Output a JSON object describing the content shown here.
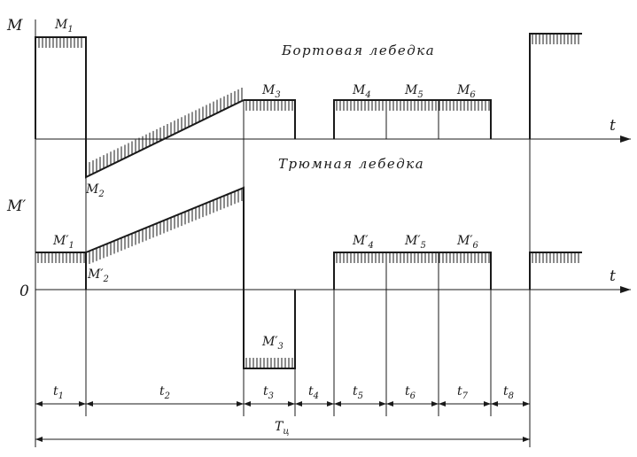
{
  "upper": {
    "title": "Бортовая лебедка",
    "axis_y": "M",
    "axis_t": "t",
    "labels": {
      "m1": {
        "base": "M",
        "sub": "1"
      },
      "m2": {
        "base": "M",
        "sub": "2"
      },
      "m3": {
        "base": "M",
        "sub": "3"
      },
      "m4": {
        "base": "M",
        "sub": "4"
      },
      "m5": {
        "base": "M",
        "sub": "5"
      },
      "m6": {
        "base": "M",
        "sub": "6"
      }
    }
  },
  "lower": {
    "title": "Трюмная лебедка",
    "axis_y": "M′",
    "axis_t": "t",
    "origin": "0",
    "labels": {
      "m1": {
        "base": "M′",
        "sub": "1"
      },
      "m2": {
        "base": "M′",
        "sub": "2"
      },
      "m3": {
        "base": "M′",
        "sub": "3"
      },
      "m4": {
        "base": "M′",
        "sub": "4"
      },
      "m5": {
        "base": "M′",
        "sub": "5"
      },
      "m6": {
        "base": "M′",
        "sub": "6"
      }
    }
  },
  "intervals": [
    {
      "base": "t",
      "sub": "1"
    },
    {
      "base": "t",
      "sub": "2"
    },
    {
      "base": "t",
      "sub": "3"
    },
    {
      "base": "t",
      "sub": "4"
    },
    {
      "base": "t",
      "sub": "5"
    },
    {
      "base": "t",
      "sub": "6"
    },
    {
      "base": "t",
      "sub": "7"
    },
    {
      "base": "t",
      "sub": "8"
    }
  ],
  "cycle": {
    "base": "T",
    "sub": "ц"
  }
}
